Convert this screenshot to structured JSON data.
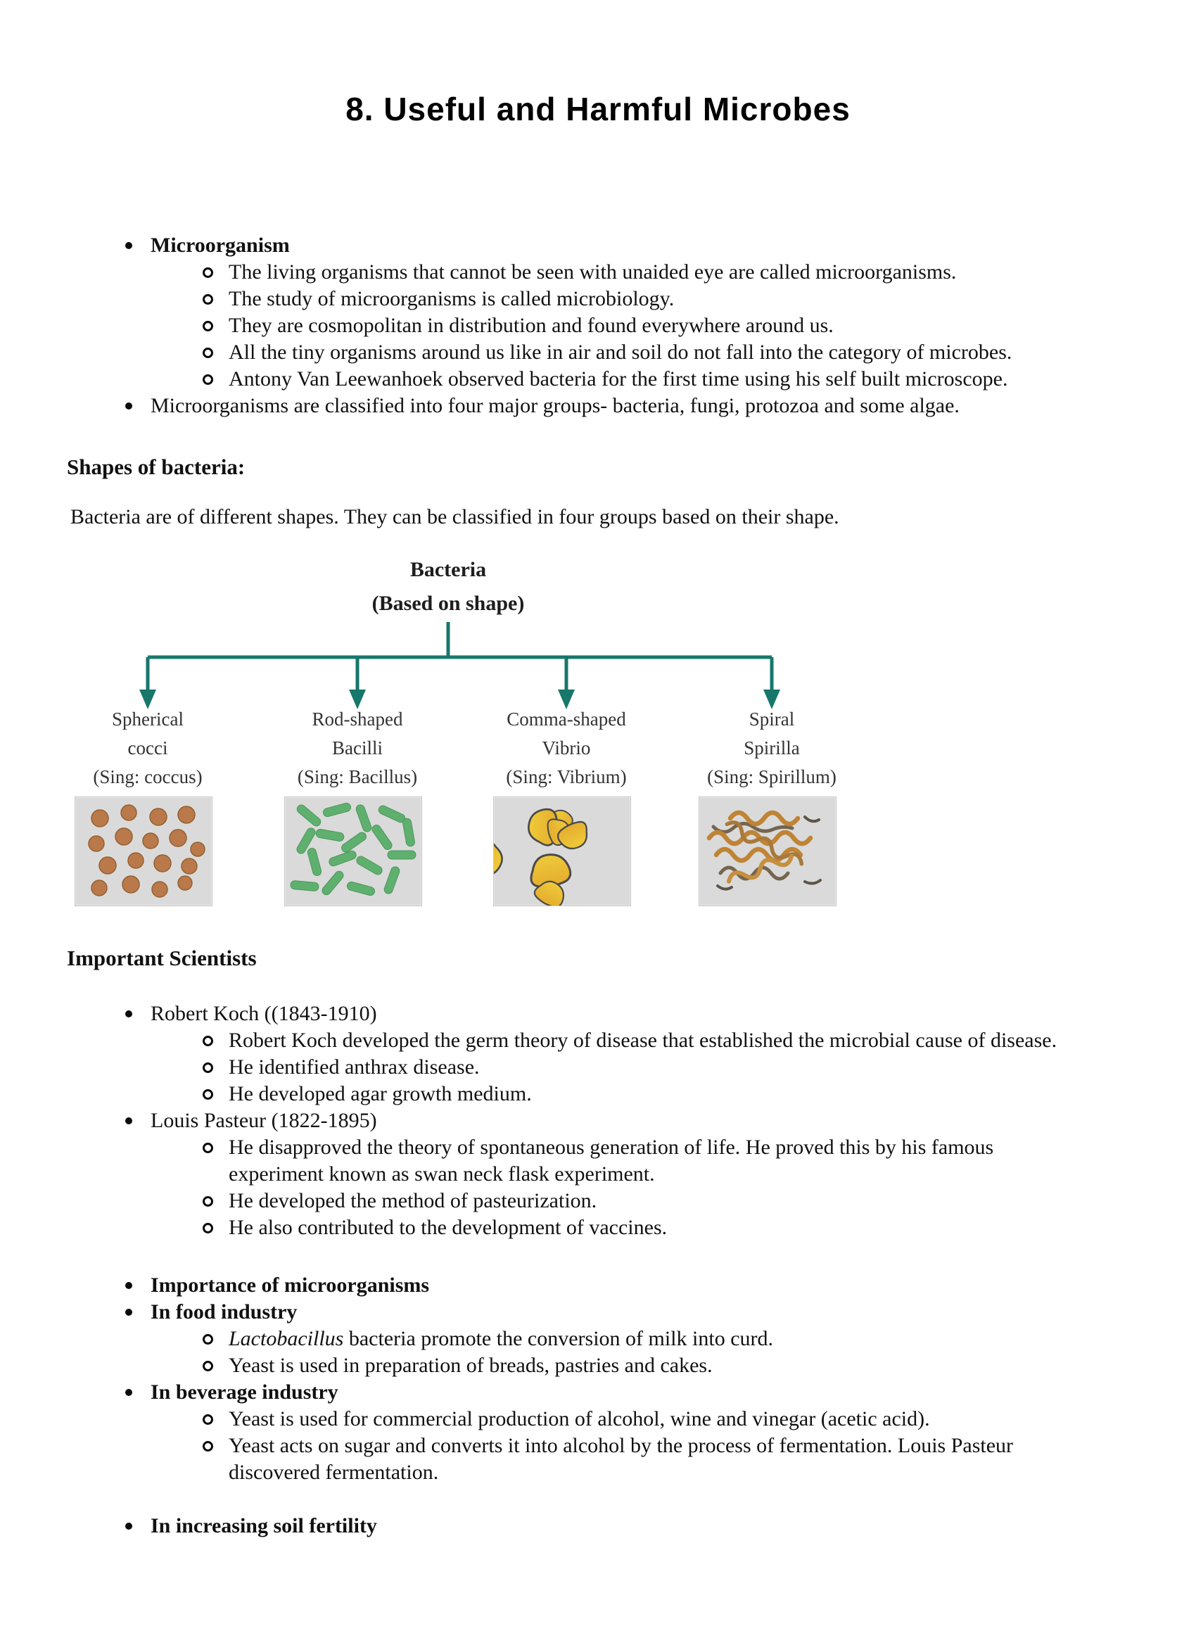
{
  "page": {
    "title": "8. Useful and Harmful Microbes"
  },
  "intro": {
    "heading": "Microorganism",
    "sub_items": [
      "The living organisms that cannot be seen with unaided eye are called microorganisms.",
      "The study of microorganisms is called microbiology.",
      "They are cosmopolitan in distribution and found everywhere around us.",
      "All the tiny organisms around us like in air and soil do not fall into the category of microbes.",
      "Antony Van Leewanhoek observed bacteria for the first time using his self built microscope."
    ],
    "classification": "Microorganisms are classified into four major groups- bacteria, fungi, protozoa and some algae."
  },
  "shapes_section": {
    "heading": "Shapes of bacteria:",
    "intro": "Bacteria are of different shapes. They can be classified in four groups based on their shape."
  },
  "diagram": {
    "root_title": "Bacteria",
    "root_subtitle": "(Based on shape)",
    "line_color": "#17776b",
    "branches": [
      {
        "shape": "Spherical",
        "name": "cocci",
        "singular": "(Sing: coccus)",
        "color": "#b9794a"
      },
      {
        "shape": "Rod-shaped",
        "name": "Bacilli",
        "singular": "(Sing: Bacillus)",
        "color": "#5fb06e"
      },
      {
        "shape": "Comma-shaped",
        "name": "Vibrio",
        "singular": "(Sing: Vibrium)",
        "color": "#dfa02a"
      },
      {
        "shape": "Spiral",
        "name": "Spirilla",
        "singular": "(Sing: Spirillum)",
        "color": "#bf8434"
      }
    ]
  },
  "scientists": {
    "heading": "Important Scientists",
    "entries": [
      {
        "name": "Robert Koch ((1843-1910)",
        "points": [
          "Robert Koch developed the germ theory of disease that established the microbial cause of disease.",
          "He identified anthrax disease.",
          "He developed agar growth medium."
        ]
      },
      {
        "name": "Louis Pasteur (1822-1895)",
        "points": [
          "He disapproved the theory of spontaneous generation of life. He proved this by his famous experiment known as swan neck flask experiment.",
          "He developed the method of pasteurization.",
          "He also contributed to the development of vaccines."
        ]
      }
    ]
  },
  "importance": {
    "heading": "Importance of microorganisms",
    "food": {
      "heading": "In food industry",
      "point1_italic_lead": "Lactobacillus",
      "point1_rest": " bacteria promote the conversion of milk into curd.",
      "point2": "Yeast is used in preparation of breads, pastries and cakes."
    },
    "beverage": {
      "heading": "In beverage industry",
      "points": [
        "Yeast is used for commercial production of alcohol, wine and vinegar (acetic acid).",
        "Yeast acts on sugar and converts it into alcohol by the process of fermentation. Louis Pasteur discovered fermentation."
      ]
    },
    "soil": {
      "heading": "In increasing soil fertility"
    }
  }
}
